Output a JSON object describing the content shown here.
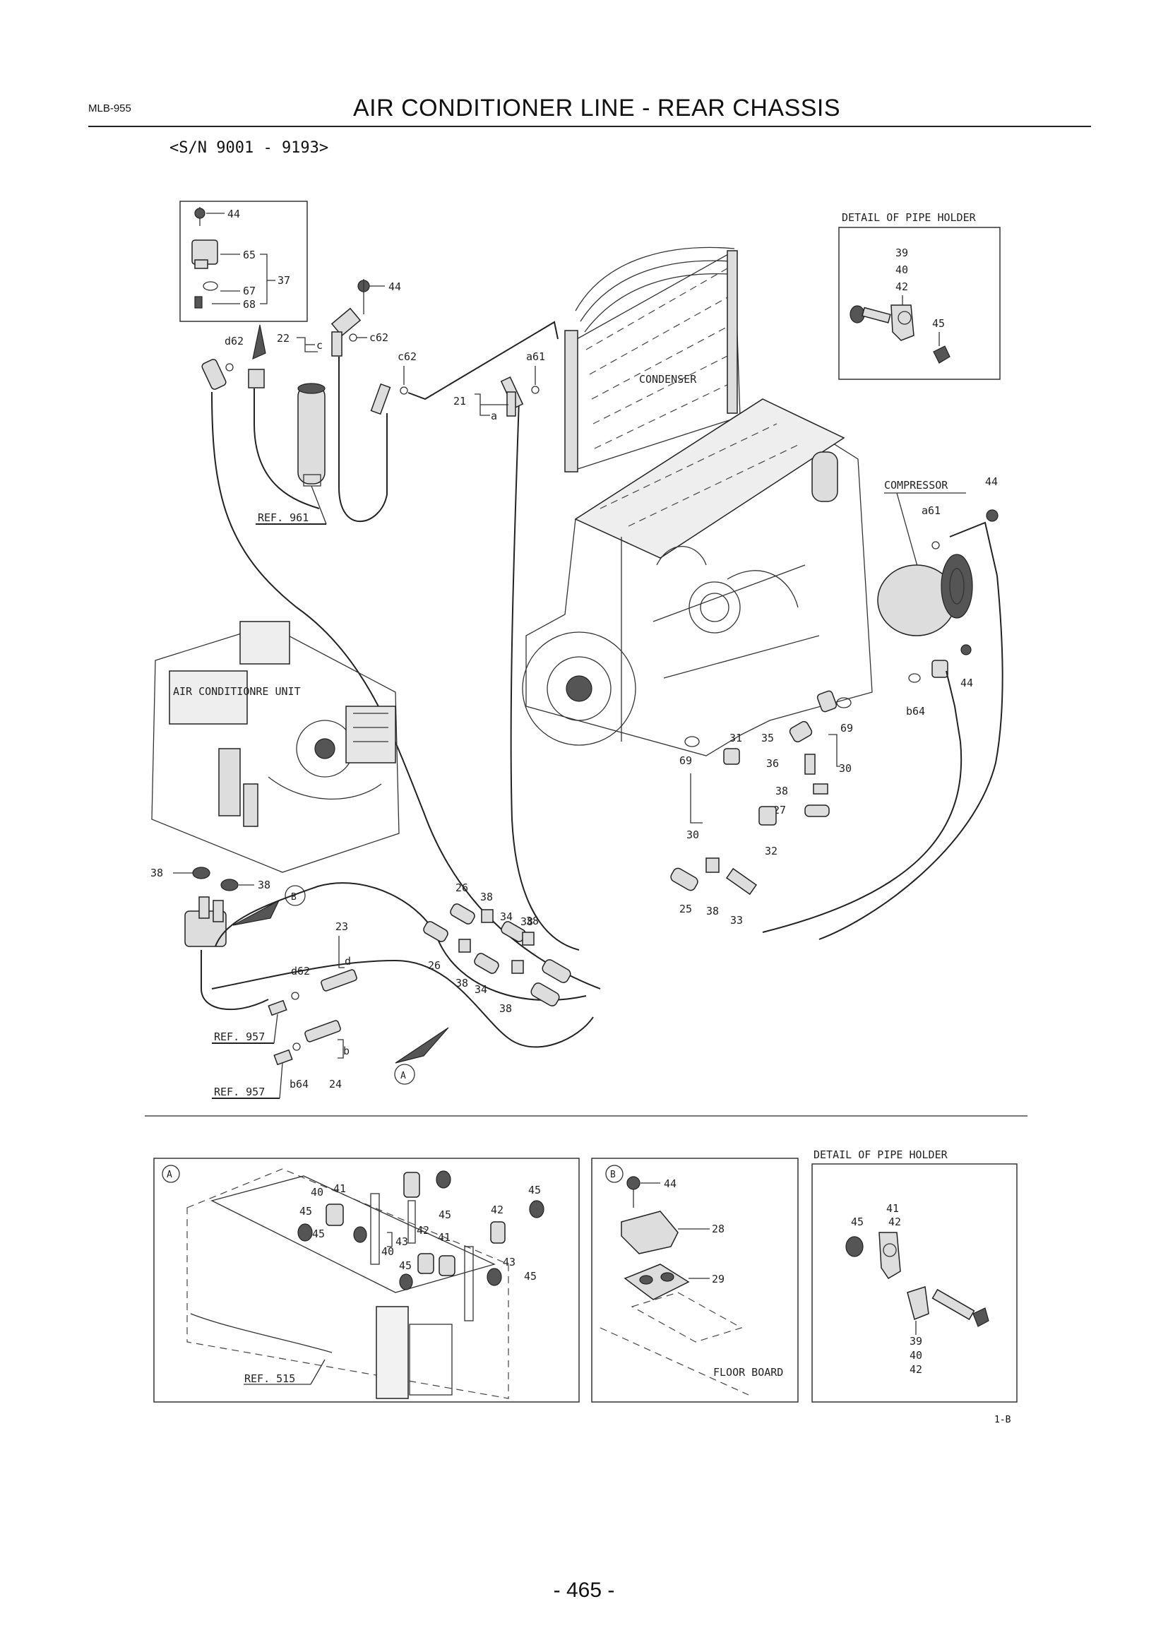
{
  "header": {
    "doc_code": "MLB-955",
    "title": "AIR CONDITIONER LINE - REAR CHASSIS",
    "serial_range": "<S/N 9001 - 9193>"
  },
  "labels": {
    "detail_pipe_holder_top": "DETAIL OF PIPE HOLDER",
    "detail_pipe_holder_bottom": "DETAIL OF PIPE HOLDER",
    "condenser": "CONDENSER",
    "compressor": "COMPRESSOR",
    "ac_unit": "AIR CONDITIONRE UNIT",
    "floor_board": "FLOOR BOARD",
    "ref_961": "REF. 961",
    "ref_957_a": "REF. 957",
    "ref_957_b": "REF. 957",
    "ref_515": "REF. 515",
    "view_a": "A",
    "view_b": "B"
  },
  "part_numbers": {
    "inset_44": "44",
    "inset_65": "65",
    "inset_67": "67",
    "inset_68": "68",
    "inset_37": "37",
    "n44_top": "44",
    "n22": "22",
    "c_22": "c",
    "c62_a": "c62",
    "c62_b": "c62",
    "d62_top": "d62",
    "a61_cond": "a61",
    "n21": "21",
    "a_21": "a",
    "dph_39": "39",
    "dph_40": "40",
    "dph_42": "42",
    "dph_45": "45",
    "n44_comp": "44",
    "a61_comp": "a61",
    "n44_lower": "44",
    "b64_comp": "b64",
    "n35": "35",
    "n69_r": "69",
    "n36": "36",
    "n30_r": "30",
    "n31": "31",
    "n69_l": "69",
    "n30_l": "30",
    "n38_r": "38",
    "n27": "27",
    "n32": "32",
    "n25": "25",
    "n38_m": "38",
    "n33": "33",
    "n38_l1": "38",
    "n38_l2": "38",
    "n26_a": "26",
    "n38_a": "38",
    "n34_a": "34",
    "n38_b": "38",
    "n23": "23",
    "d_23": "d",
    "n26_b": "26",
    "n38_c": "38",
    "n34_b": "34",
    "n38_d": "38",
    "n38_e": "38",
    "d62_low": "d62",
    "b_24": "b",
    "b64_low": "b64",
    "n24": "24",
    "a_40": "40",
    "a_41": "41",
    "a_45a": "45",
    "a_45b": "45",
    "a_42a": "42",
    "a_45c": "45",
    "a_42b": "42",
    "a_45d": "45",
    "a_43a": "43",
    "a_40b": "40",
    "a_41b": "41",
    "a_45e": "45",
    "a_43b": "43",
    "a_45f": "45",
    "b_44": "44",
    "b_28": "28",
    "b_29": "29",
    "dpb_41": "41",
    "dpb_45": "45",
    "dpb_42": "42",
    "dpb_39": "39",
    "dpb_40": "40",
    "dpb_42b": "42"
  },
  "footer": {
    "figure_code": "1-B",
    "page_number": "- 465 -"
  }
}
